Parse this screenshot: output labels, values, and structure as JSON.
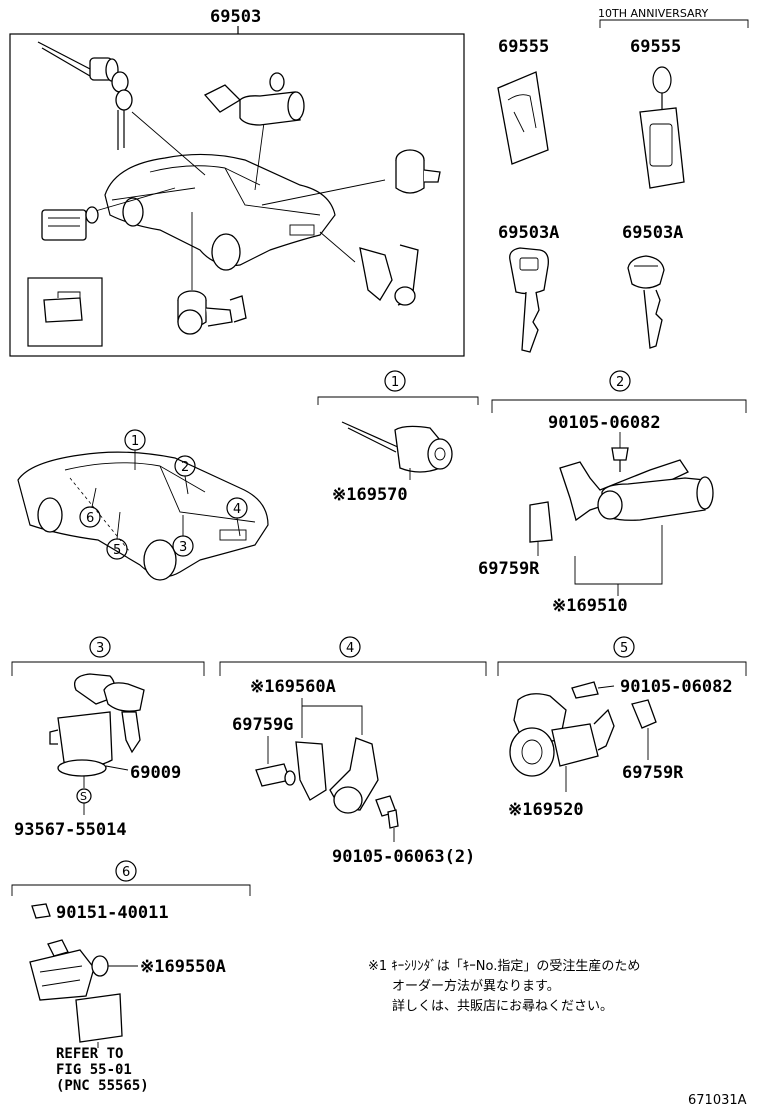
{
  "title_part": "69503",
  "anniversary_label": "10TH ANNIVERSARY",
  "key_parts": {
    "card_left": "69555",
    "card_right": "69555",
    "key_left": "69503A",
    "key_right": "69503A"
  },
  "callout_numbers": [
    "1",
    "2",
    "3",
    "4",
    "5",
    "6"
  ],
  "group1": {
    "num": "1",
    "part": "※169570"
  },
  "group2": {
    "num": "2",
    "bolt": "90105-06082",
    "clip": "69759R",
    "assembly": "※169510"
  },
  "group3": {
    "num": "3",
    "cylinder": "69009",
    "ring": "93567-55014",
    "ring_marker": "S"
  },
  "group4": {
    "num": "4",
    "assembly": "※169560A",
    "clip": "69759G",
    "bolt": "90105-06063(2)"
  },
  "group5": {
    "num": "5",
    "bolt": "90105-06082",
    "clip": "69759R",
    "assembly": "※169520"
  },
  "group6": {
    "num": "6",
    "screw": "90151-40011",
    "assembly": "※169550A",
    "refer_lines": [
      "REFER TO",
      "FIG 55-01",
      "(PNC 55565)"
    ]
  },
  "note_lines": [
    "※1 ｷｰｼﾘﾝﾀﾞは「ｷｰNo.指定」の受注生産のため",
    "オーダー方法が異なります。",
    "詳しくは、共販店にお尋ねください。"
  ],
  "figure_code": "671031A"
}
